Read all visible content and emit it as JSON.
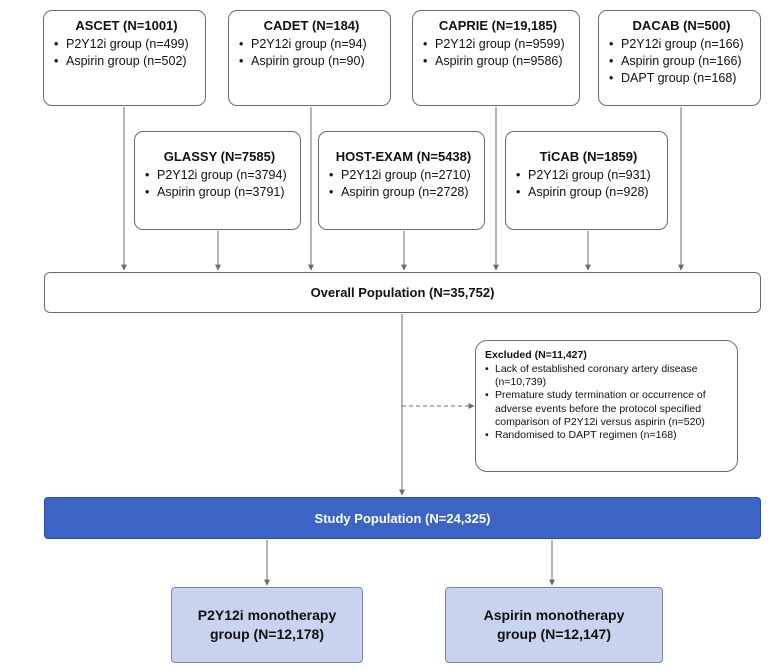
{
  "trials": [
    {
      "title": "ASCET (N=1001)",
      "items": [
        "P2Y12i group (n=499)",
        "Aspirin group (n=502)"
      ]
    },
    {
      "title": "CADET (N=184)",
      "items": [
        "P2Y12i group (n=94)",
        "Aspirin group (n=90)"
      ]
    },
    {
      "title": "CAPRIE (N=19,185)",
      "items": [
        "P2Y12i group (n=9599)",
        "Aspirin group (n=9586)"
      ]
    },
    {
      "title": "DACAB (N=500)",
      "items": [
        "P2Y12i group (n=166)",
        "Aspirin group (n=166)",
        "DAPT group (n=168)"
      ]
    },
    {
      "title": "GLASSY (N=7585)",
      "items": [
        "P2Y12i group (n=3794)",
        "Aspirin group (n=3791)"
      ]
    },
    {
      "title": "HOST-EXAM (N=5438)",
      "items": [
        "P2Y12i group (n=2710)",
        "Aspirin group (n=2728)"
      ]
    },
    {
      "title": "TiCAB (N=1859)",
      "items": [
        "P2Y12i group (n=931)",
        "Aspirin group (n=928)"
      ]
    }
  ],
  "overall": "Overall Population (N=35,752)",
  "excluded": {
    "title": "Excluded (N=11,427)",
    "items": [
      "Lack of established coronary artery disease (n=10,739)",
      "Premature study termination or occurrence of adverse events before the protocol specified comparison of P2Y12i versus aspirin (n=520)",
      "Randomised to DAPT regimen (n=168)"
    ]
  },
  "study": "Study Population (N=24,325)",
  "arms": [
    {
      "line1": "P2Y12i monotherapy",
      "line2": "group (N=12,178)"
    },
    {
      "line1": "Aspirin monotherapy",
      "line2": "group (N=12,147)"
    }
  ],
  "colors": {
    "study_fill": "#3d64c4",
    "arm_fill": "#c8d3ef",
    "line": "#6b6b6b"
  }
}
